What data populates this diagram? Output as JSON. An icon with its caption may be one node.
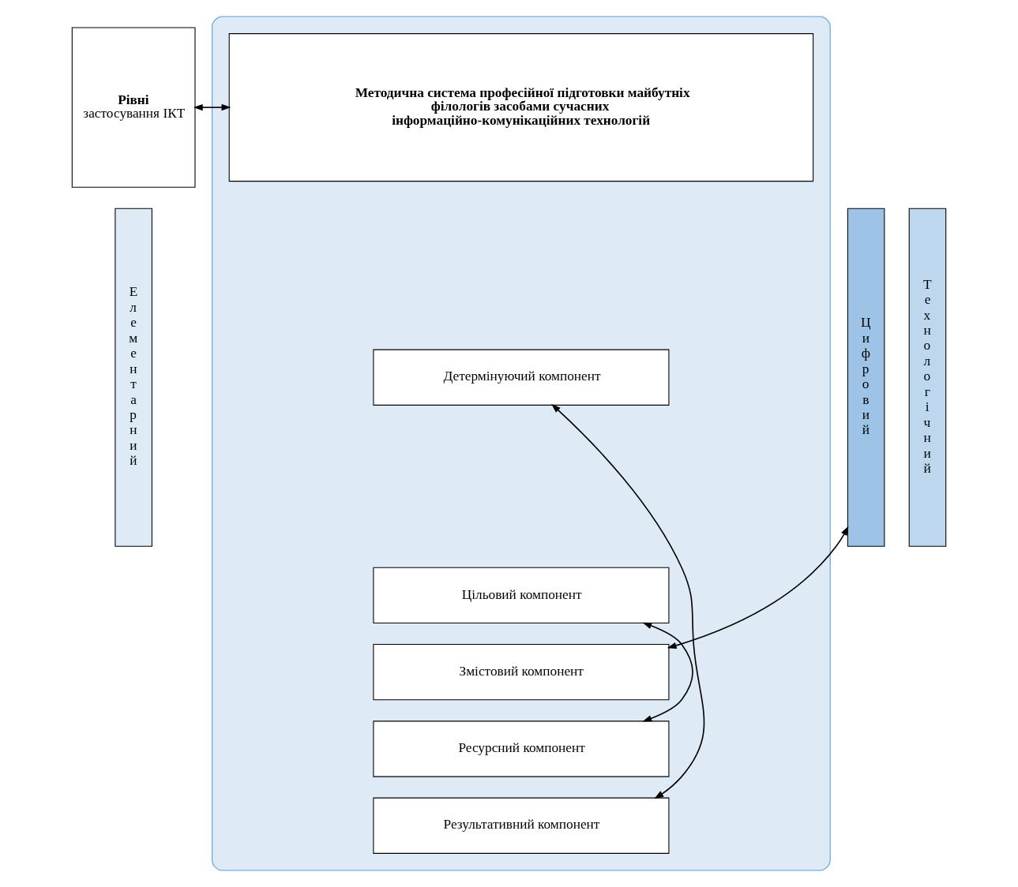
{
  "diagram": {
    "nodes": [
      {
        "text": [
          "Рівні",
          "застосування ІКТ"
        ]
      },
      {
        "text": [],
        "shape": "box"
      },
      {
        "text": [
          "Методична система професійної підготовки майбутніх філологів засобами сучасних інформаційно-комунікаційних технологій"
        ],
        "in": 1
      },
      {
        "text": [
          "Детермінуючий компонент"
        ],
        "in": 1
      },
      {
        "text": [
          "Цільовий компонент"
        ],
        "in": 1
      },
      {
        "text": [
          "Змістовий компонент"
        ],
        "in": 1
      },
      {
        "text": [
          "Ресурсний компонент"
        ],
        "in": 1
      },
      {
        "text": [
          "Результативний компонент"
        ],
        "in": 1
      },
      {
        "text": [
          "Елементарний"
        ]
      },
      {
        "text": [
          "Технологічний"
        ]
      },
      {
        "text": [
          "Цифровий"
        ]
      }
    ],
    "edges": [
      {
        "from": 0,
        "to": 2,
        "arrow": "both"
      },
      {
        "from": 3,
        "to": 7,
        "arrow": "both"
      },
      {
        "from": 4,
        "to": 6,
        "arrow": "both"
      },
      {
        "from": 10,
        "to": 5,
        "arrow": "both"
      }
    ]
  }
}
